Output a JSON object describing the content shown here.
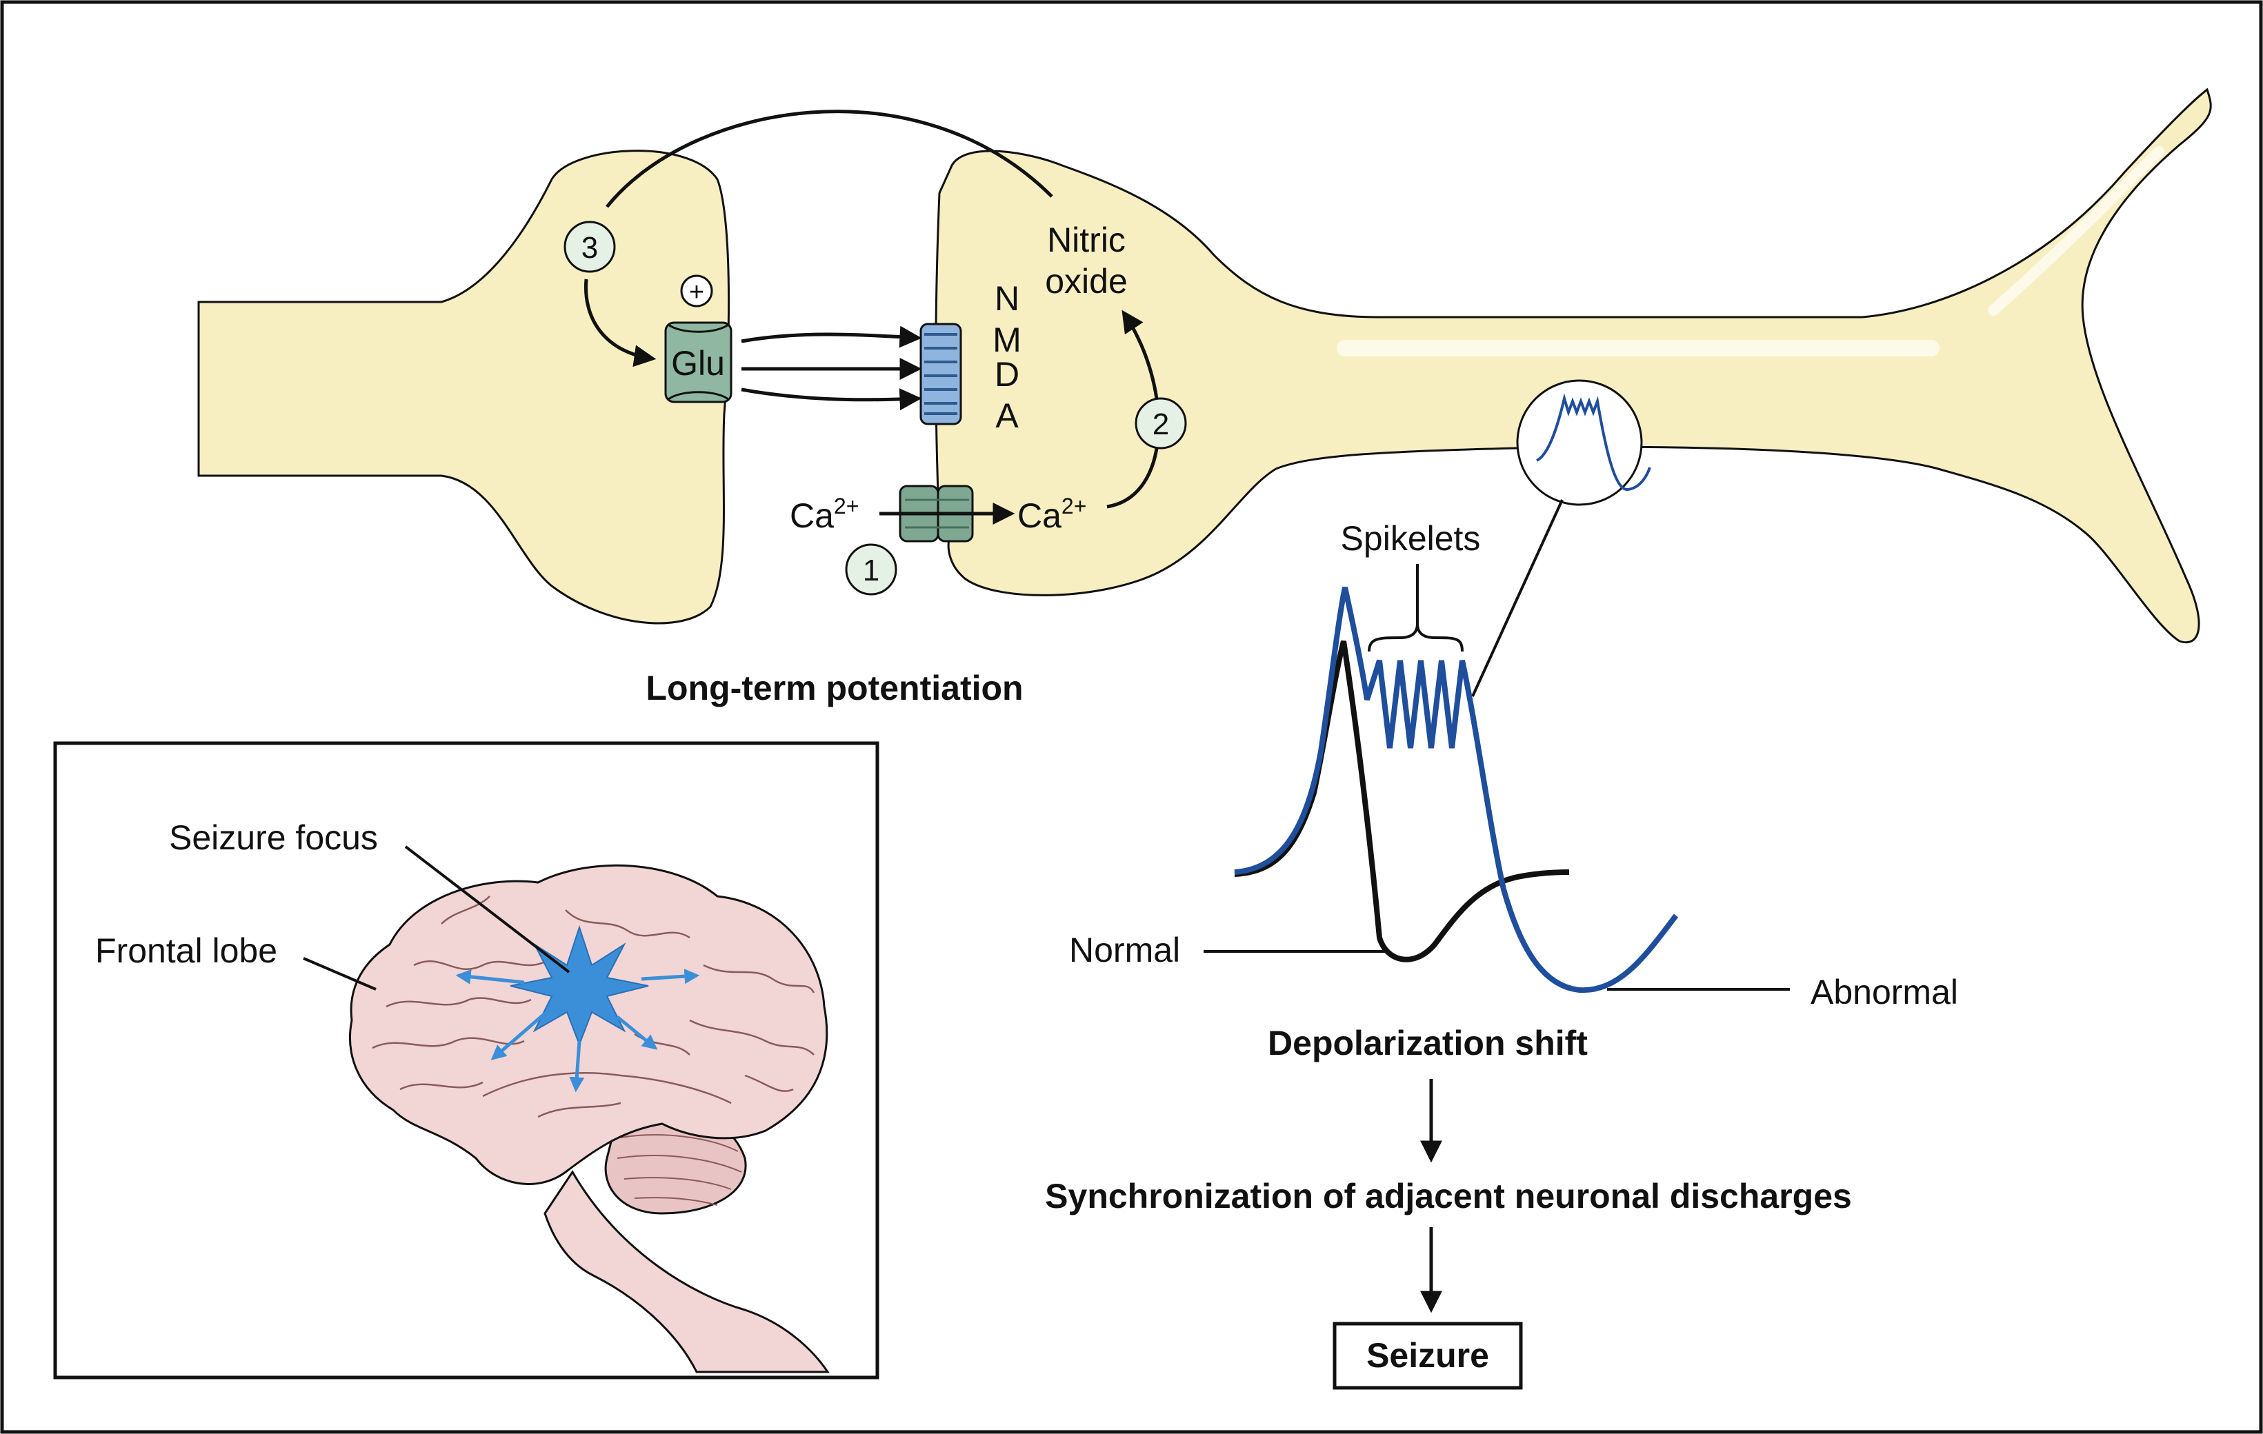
{
  "colors": {
    "cell_fill": "#f7efc2",
    "brain_fill": "#f2d5d5",
    "seizure_blue": "#3b8fd9",
    "abnormal_trace": "#1f4e9c",
    "normal_trace": "#111111",
    "glu_channel": "#8fb7a1",
    "nmda_receptor": "#8fb4de",
    "ca_channel": "#7fa892",
    "step_circle": "#e6f1e6"
  },
  "synapse": {
    "title": "Long-term potentiation",
    "nitric_oxide": [
      "Nitric",
      "oxide"
    ],
    "nmda_letters": [
      "N",
      "M",
      "D",
      "A"
    ],
    "glu_label": "Glu",
    "plus_sign": "+",
    "calcium_base": "Ca",
    "calcium_charge": "2+",
    "steps": [
      "1",
      "2",
      "3"
    ]
  },
  "brain": {
    "seizure_focus_label": "Seizure focus",
    "frontal_lobe_label": "Frontal lobe"
  },
  "depolarization": {
    "spikelets_label": "Spikelets",
    "normal_label": "Normal",
    "abnormal_label": "Abnormal",
    "title": "Depolarization shift"
  },
  "flow": {
    "step_synchronization": "Synchronization of adjacent neuronal discharges",
    "final_outcome": "Seizure"
  }
}
